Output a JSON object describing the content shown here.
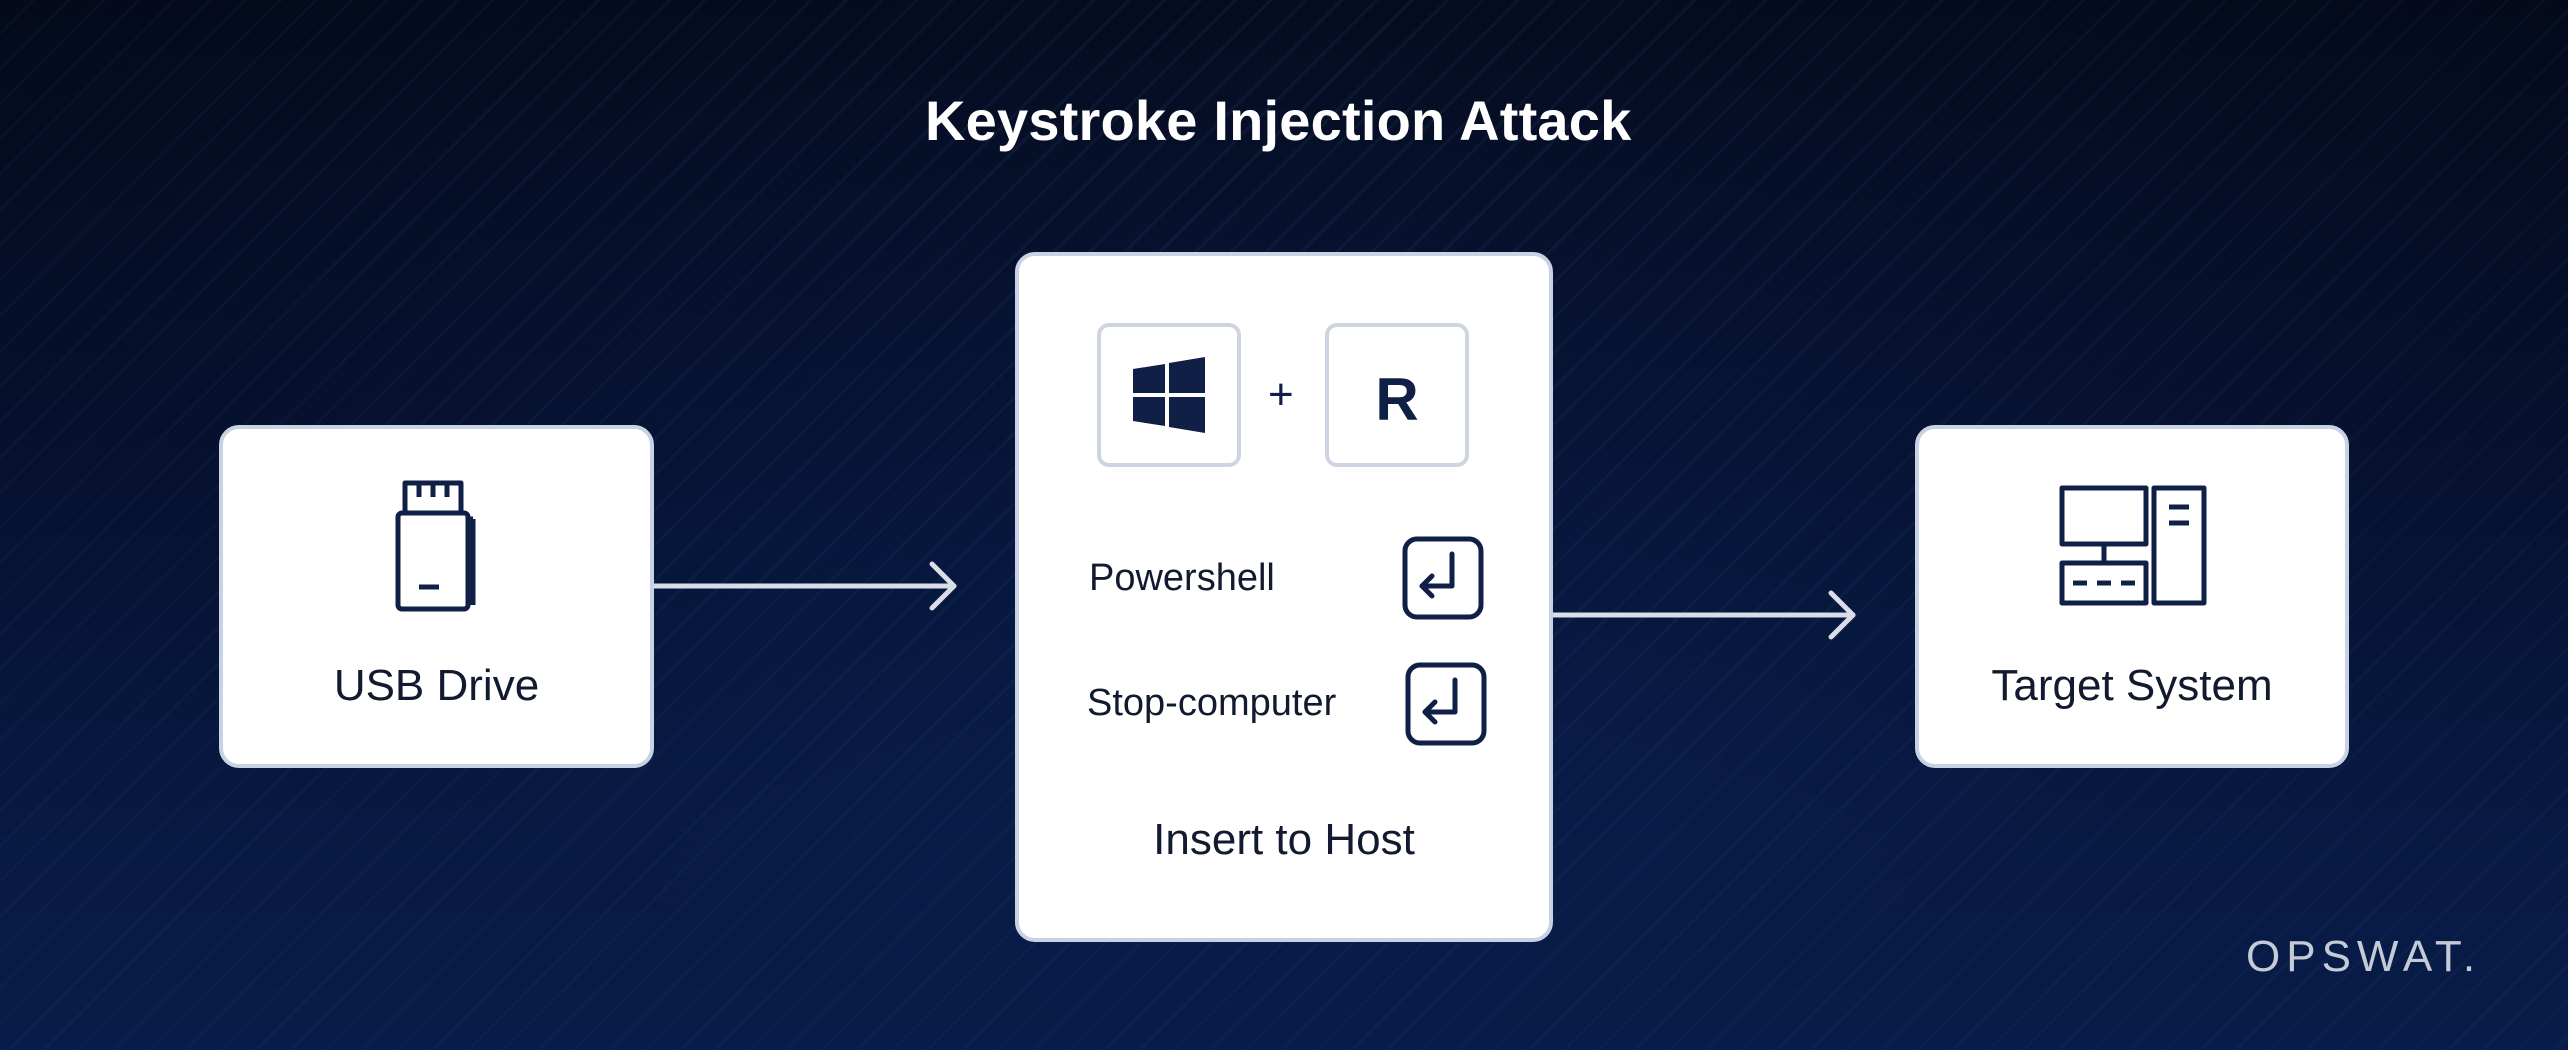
{
  "title": "Keystroke Injection Attack",
  "usb": {
    "label": "USB Drive",
    "icon": "usb-drive-icon"
  },
  "host": {
    "keys": {
      "win_icon": "windows-logo-icon",
      "plus": "+",
      "r_key": "R"
    },
    "commands": [
      {
        "label": "Powershell",
        "icon": "enter-key-icon"
      },
      {
        "label": "Stop-computer",
        "icon": "enter-key-icon"
      }
    ],
    "label": "Insert to Host"
  },
  "target": {
    "label": "Target System",
    "icon": "computer-icon"
  },
  "brand": "OPSWAT.",
  "colors": {
    "background_top": "#050c1f",
    "background_bottom": "#0d2d72",
    "icon": "#0f1f45",
    "card": "#ffffff",
    "arrow": "#d8dde8"
  }
}
